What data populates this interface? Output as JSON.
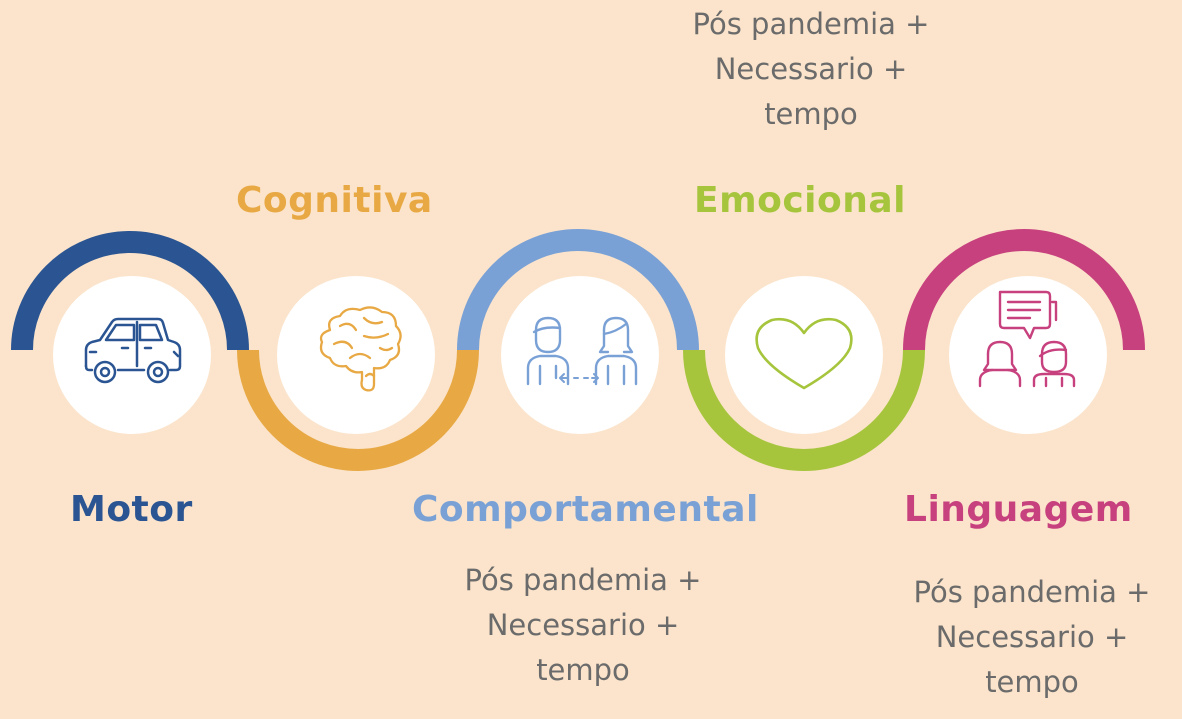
{
  "stages": [
    {
      "label": "Motor",
      "color": "#2b5592",
      "icon": "car-icon"
    },
    {
      "label": "Cognitiva",
      "color": "#e8a945",
      "icon": "brain-icon"
    },
    {
      "label": "Comportamental",
      "color": "#7aa1d6",
      "icon": "two-people-exchange-icon"
    },
    {
      "label": "Emocional",
      "color": "#a6c53d",
      "icon": "heart-icon"
    },
    {
      "label": "Linguagem",
      "color": "#c7417e",
      "icon": "people-chat-icon"
    }
  ],
  "notes": {
    "emocional": [
      "Pós pandemia +",
      "Necessario +",
      "tempo"
    ],
    "comportamental": [
      "Pós pandemia +",
      "Necessario +",
      "tempo"
    ],
    "linguagem": [
      "Pós pandemia +",
      "Necessario +",
      "tempo"
    ]
  }
}
